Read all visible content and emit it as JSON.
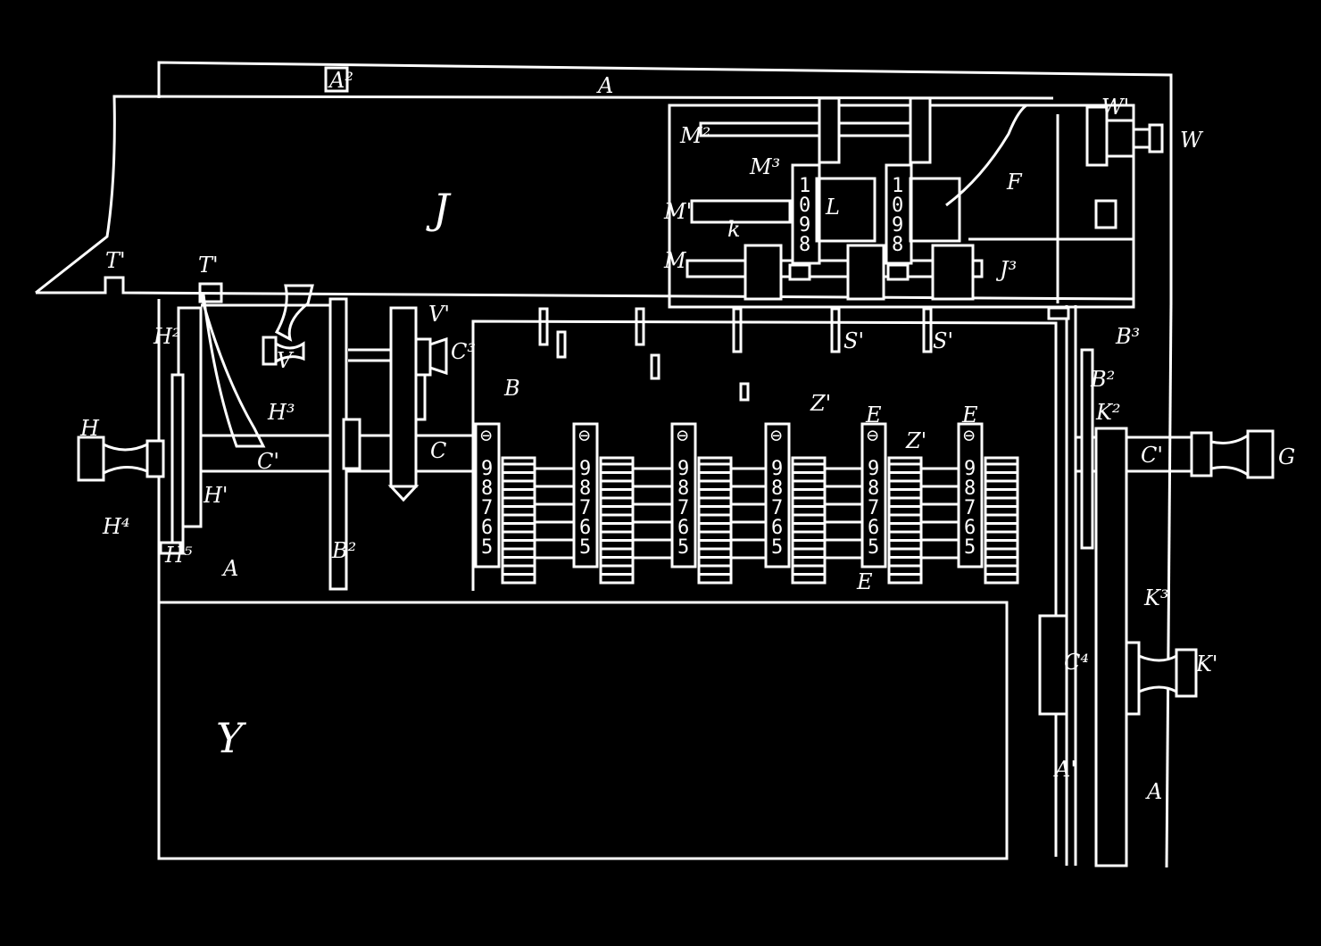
{
  "colors": {
    "background": "#000000",
    "ink": "#ffffff"
  },
  "labels": {
    "A": "A",
    "A2": "A²",
    "A_left": "A",
    "A_right": "A",
    "A1": "A'",
    "J": "J",
    "J3": "J³",
    "B": "B",
    "B2_left": "B²",
    "B2_right": "B²",
    "B3": "B³",
    "C": "C",
    "C1": "C'",
    "C2": "C'",
    "C3": "C³",
    "C4": "C⁴",
    "G": "G",
    "H": "H",
    "H1": "H'",
    "H2": "H²",
    "H3": "H³",
    "H4": "H⁴",
    "H5": "H⁵",
    "T1": "T'",
    "T2": "T'",
    "V": "V",
    "V1": "V'",
    "Y": "Y",
    "F": "F",
    "K1": "K'",
    "K2": "K²",
    "K3": "K³",
    "W": "W",
    "W1": "W'",
    "M": "M",
    "M1": "M'",
    "M2": "M²",
    "M3": "M³",
    "S1": "S'",
    "S2": "S'",
    "Z1": "Z'",
    "Z2": "Z'",
    "E1": "E",
    "E2": "E",
    "E3": "E",
    "L": "L",
    "k": "k"
  },
  "wheels": {
    "digits": [
      "9",
      "8",
      "7",
      "6",
      "5"
    ],
    "top_symbol": "⊖"
  },
  "counter": {
    "digits": [
      "1",
      "0",
      "9",
      "8"
    ]
  }
}
